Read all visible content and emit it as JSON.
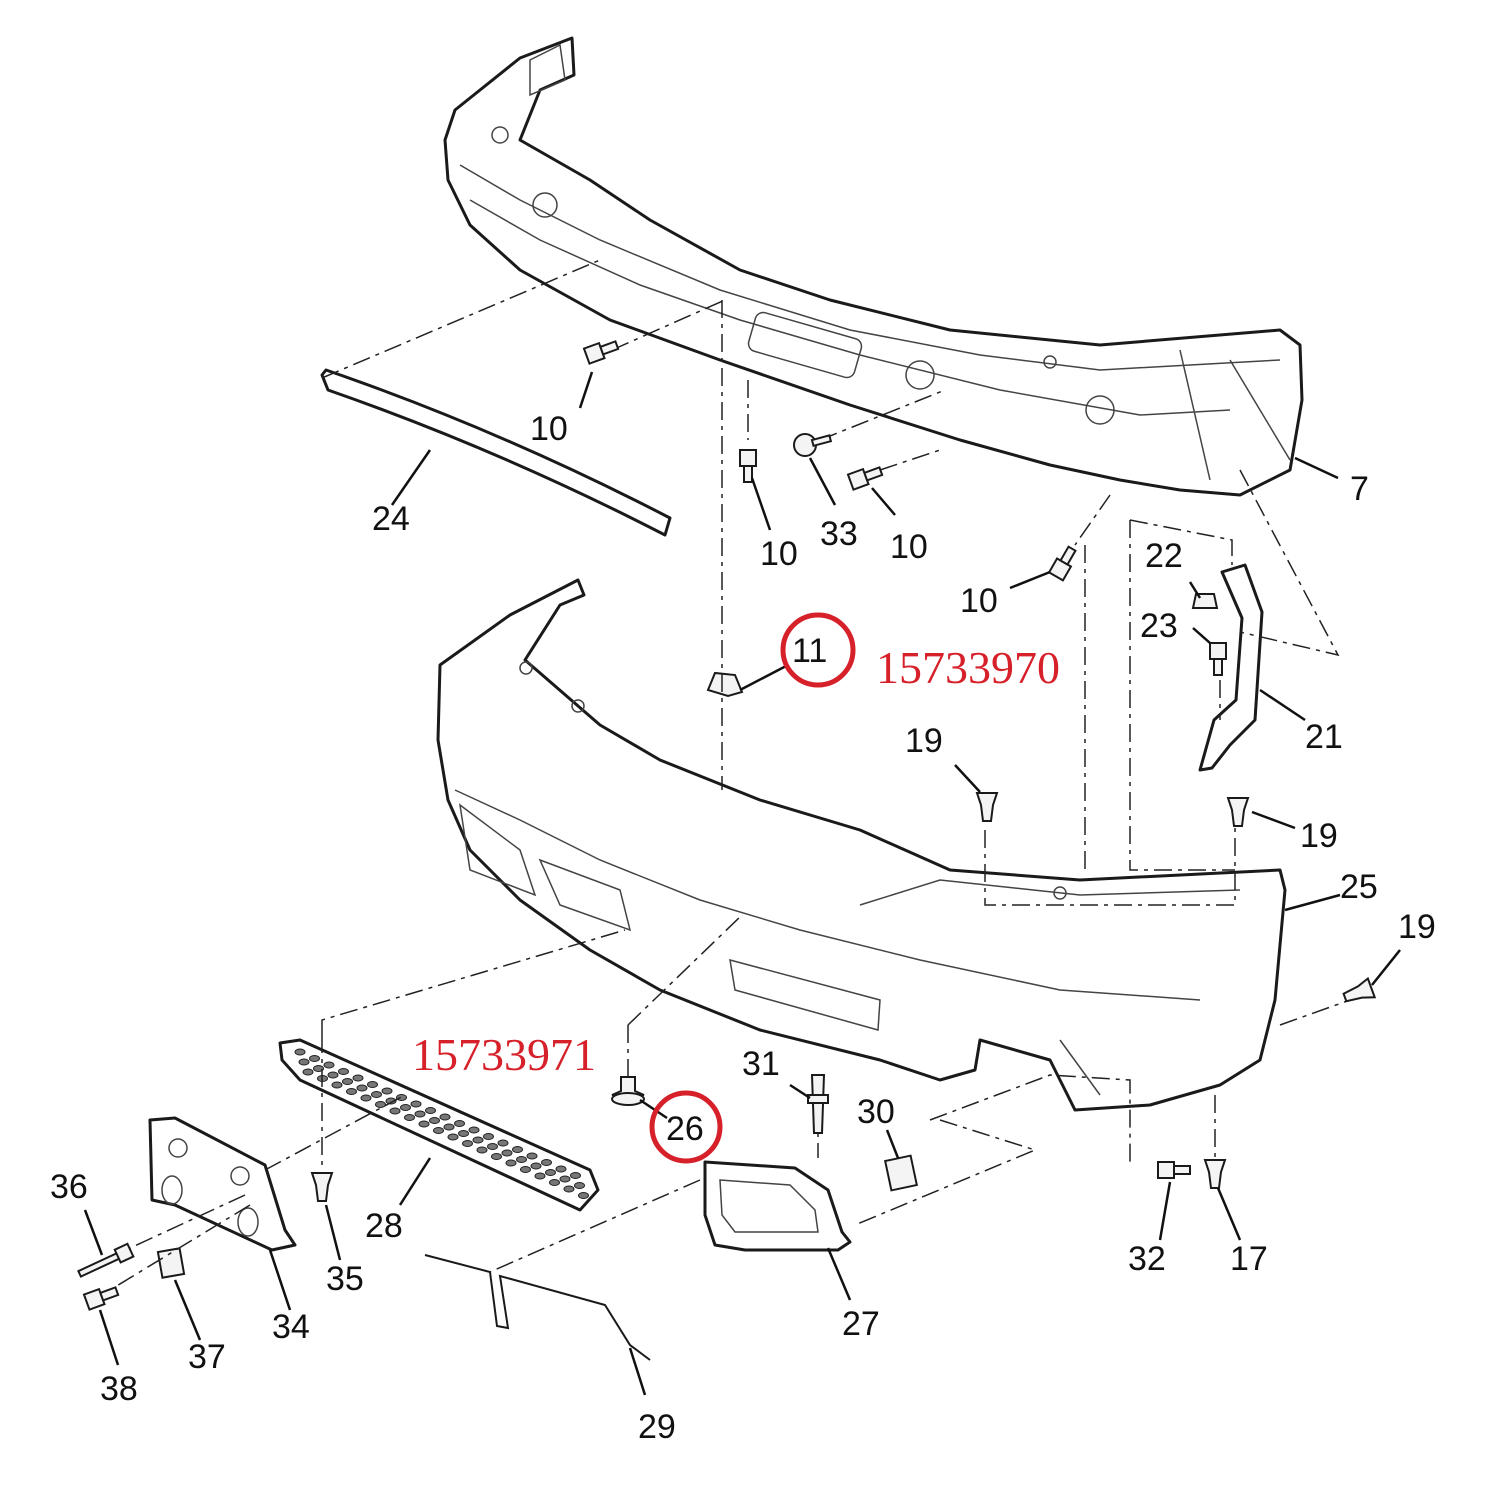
{
  "colors": {
    "line": "#1a1a1a",
    "highlight": "#d6202a",
    "background": "#ffffff"
  },
  "part_numbers": {
    "upper": "15733970",
    "lower": "15733971"
  },
  "callouts": {
    "c7": "7",
    "c10a": "10",
    "c10b": "10",
    "c10c": "10",
    "c10d": "10",
    "c11": "11",
    "c17": "17",
    "c19a": "19",
    "c19b": "19",
    "c19c": "19",
    "c21": "21",
    "c22": "22",
    "c23": "23",
    "c24": "24",
    "c25": "25",
    "c26": "26",
    "c27": "27",
    "c28": "28",
    "c29": "29",
    "c30": "30",
    "c31": "31",
    "c32": "32",
    "c33": "33",
    "c34": "34",
    "c35": "35",
    "c36": "36",
    "c37": "37",
    "c38": "38"
  }
}
